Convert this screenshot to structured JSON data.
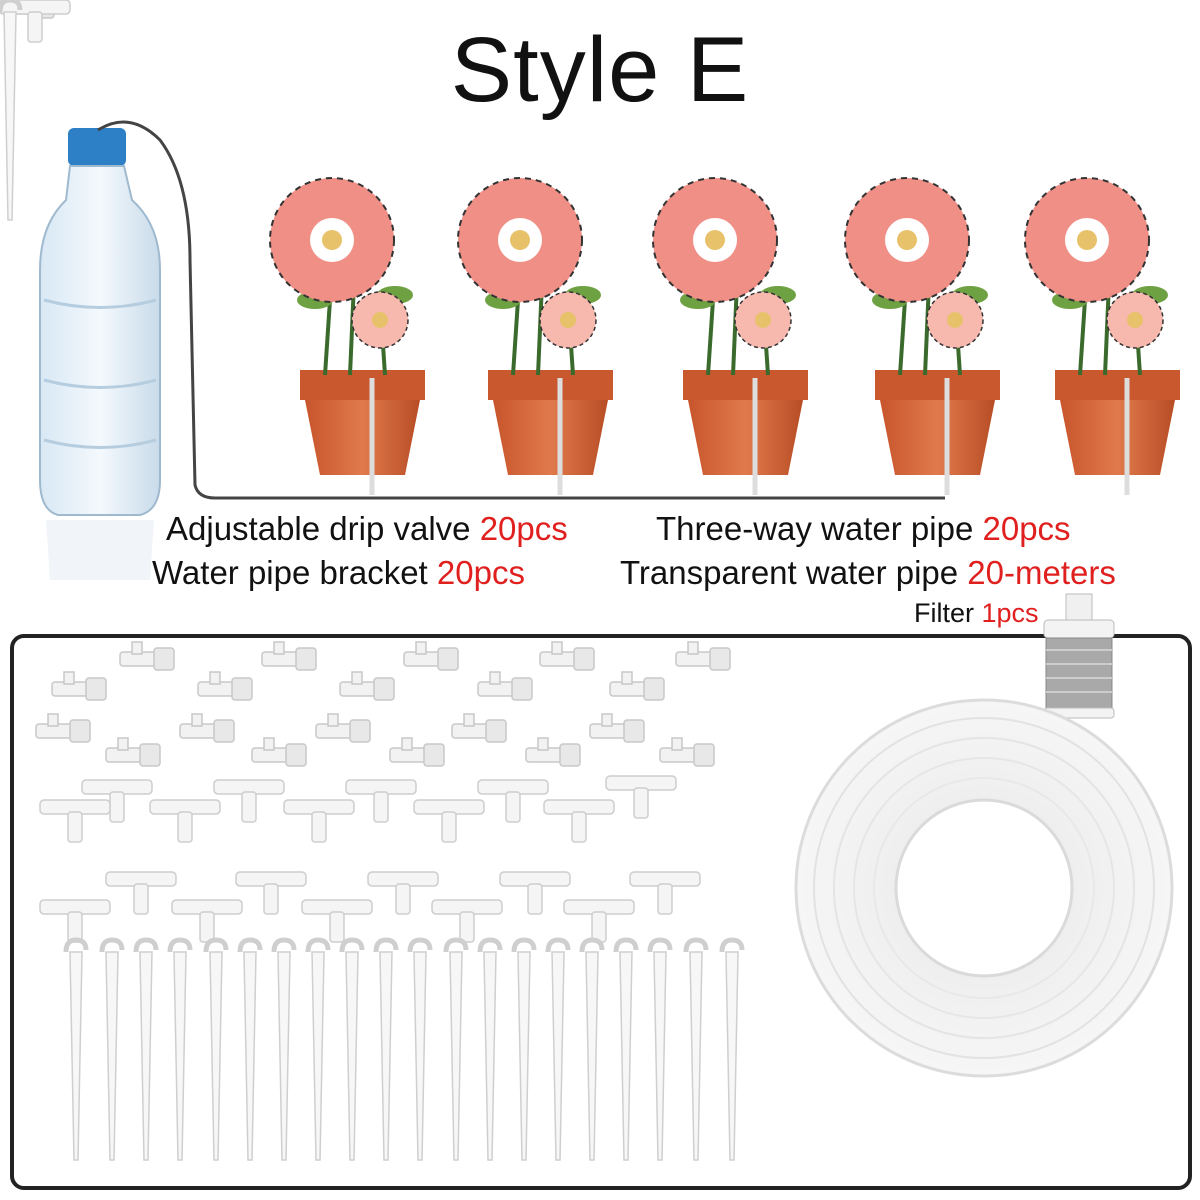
{
  "title": "Style E",
  "labels": [
    {
      "text": "Adjustable drip valve",
      "qty": "20pcs"
    },
    {
      "text": "Three-way water pipe",
      "qty": "20pcs"
    },
    {
      "text": "Water pipe bracket",
      "qty": "20pcs"
    },
    {
      "text": "Transparent water pipe",
      "qty": "20-meters"
    }
  ],
  "filter": {
    "text": "Filter",
    "qty": "1pcs"
  },
  "colors": {
    "qty": "#e0201f",
    "petal": "#f08f86",
    "pot": "#d4643a",
    "border": "#222222"
  }
}
